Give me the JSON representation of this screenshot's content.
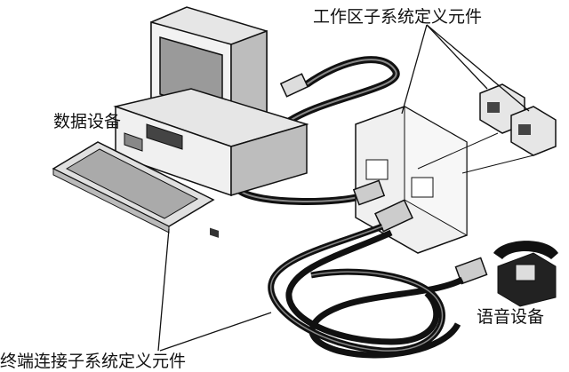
{
  "labels": {
    "work_area": "工作区子系统定义元件",
    "data_device": "数据设备",
    "voice_device": "语音设备",
    "terminal_connection": "终端连接子系统定义元件"
  },
  "colors": {
    "line": "#111111",
    "fill_light": "#e6e6e6",
    "fill_mid": "#bdbdbd",
    "cable": "#1a1a1a"
  }
}
